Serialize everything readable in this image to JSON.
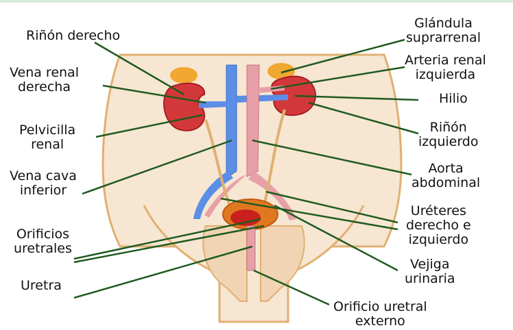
{
  "labels": {
    "rinon_derecho": "Riñón derecho",
    "vena_renal_derecha_1": "Vena renal",
    "vena_renal_derecha_2": "derecha",
    "pelvicilla_1": "Pelvicilla",
    "pelvicilla_2": "renal",
    "vena_cava_1": "Vena cava",
    "vena_cava_2": "inferior",
    "orificios_1": "Orificios",
    "orificios_2": "uretrales",
    "uretra": "Uretra",
    "glandula_1": "Glándula",
    "glandula_2": "suprarrenal",
    "arteria_1": "Arteria renal",
    "arteria_2": "izquierda",
    "hilio": "Hilio",
    "rinon_izq_1": "Riñón",
    "rinon_izq_2": "izquierdo",
    "aorta_1": "Aorta",
    "aorta_2": "abdominal",
    "ureteres_1": "Uréteres",
    "ureteres_2": "derecho e",
    "ureteres_3": "izquierdo",
    "vejiga_1": "Vejiga",
    "vejiga_2": "urinaria",
    "orificio_ext_1": "Orificio uretral",
    "orificio_ext_2": "externo"
  },
  "colors": {
    "leader": "#1f5a1f",
    "kidney": "#d2383a",
    "vein": "#5b8ee6",
    "artery": "#e8a0a8",
    "adrenal": "#f0a830",
    "skin": "#f6e6d2",
    "outline": "#e0a64a"
  }
}
